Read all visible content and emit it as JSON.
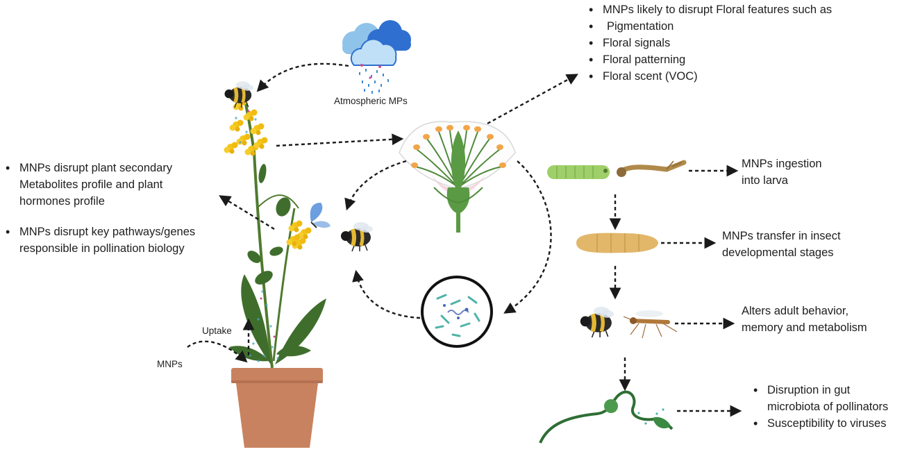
{
  "top_right": {
    "heading": "MNPs likely to disrupt Floral features such as",
    "items": [
      "Pigmentation",
      "Floral signals",
      "Floral patterning",
      "Floral scent (VOC)"
    ]
  },
  "cloud_label": "Atmospheric MPs",
  "left_notes": {
    "note1_line1": "MNPs disrupt plant secondary",
    "note1_line2": "Metabolites profile and  plant",
    "note1_line3": "hormones profile",
    "note2_line1": "MNPs disrupt key pathways/genes",
    "note2_line2": "responsible in pollination biology"
  },
  "soil": {
    "uptake": "Uptake",
    "mnps": "MNPs"
  },
  "stages": {
    "larva_line1": "MNPs ingestion",
    "larva_line2": "into larva",
    "pupa_line1": "MNPs transfer in insect",
    "pupa_line2": "developmental stages",
    "adult_line1": "Alters adult behavior,",
    "adult_line2": "memory and metabolism"
  },
  "bottom_right": {
    "item1_line1": "Disruption in gut",
    "item1_line2": "microbiota of pollinators",
    "item2": "Susceptibility to viruses"
  },
  "colors": {
    "pot": "#c9825f",
    "pot_dark": "#a9654a",
    "leaf": "#3f6e2c",
    "flower": "#f3c51a",
    "bee_body": "#2b2b2b",
    "bee_stripe": "#e4b833",
    "cloud_light": "#8fc3ea",
    "cloud_dark": "#2f6fd0",
    "larva": "#9fcf6a",
    "pupa": "#e2b76a",
    "microbe": "#4fb3a9"
  }
}
